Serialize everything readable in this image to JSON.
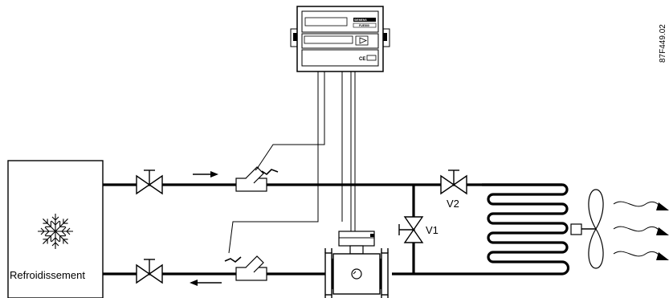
{
  "diagram": {
    "cooling_label": "Refroidissement",
    "valve_v1_label": "V1",
    "valve_v2_label": "V2",
    "doc_code": "87F449.02",
    "device_brand": "SIEMENS",
    "device_model": "FUE500",
    "device_mark": "CE"
  },
  "icons": [
    "snowflake-icon",
    "fan-icon",
    "flow-arrow-icon",
    "valve-icon",
    "temperature-sensor-icon",
    "flow-meter-icon",
    "heat-meter-icon"
  ]
}
